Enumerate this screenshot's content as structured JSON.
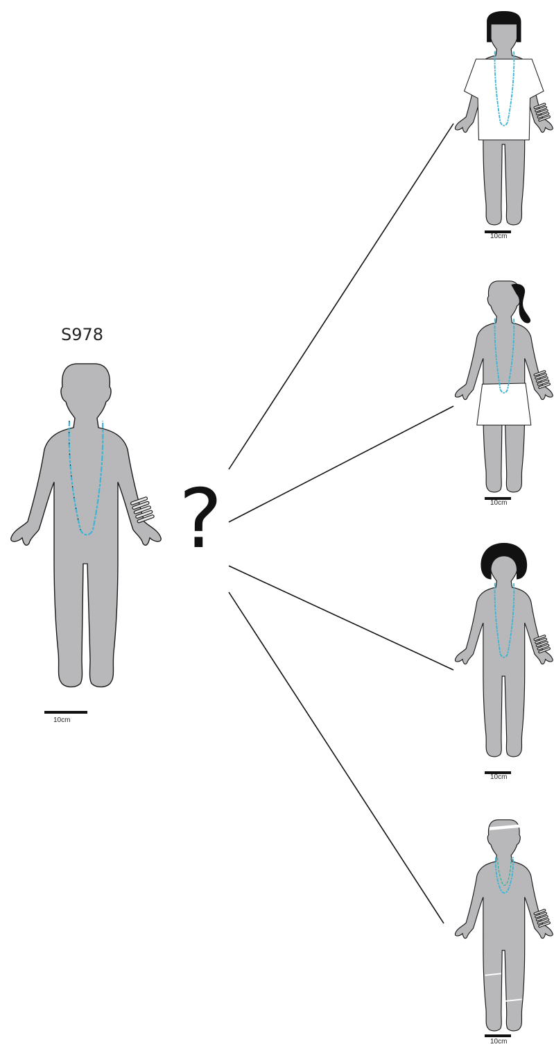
{
  "specimen_id": "S978",
  "question_mark": "?",
  "scale_label": "10cm",
  "colors": {
    "body": "#b8b8bb",
    "outline": "#1a1a1a",
    "hair": "#111111",
    "clothing": "#ffffff",
    "necklace": "#3ab5d6",
    "necklace_alt": "#2bb3a0",
    "bangle": "#333333"
  },
  "figures": [
    {
      "name": "figure-original",
      "hair": "none",
      "clothing": "none",
      "necklace": "long"
    },
    {
      "name": "figure-option-1",
      "hair": "straight-bob",
      "clothing": "tunic",
      "necklace": "long"
    },
    {
      "name": "figure-option-2",
      "hair": "ponytail",
      "clothing": "skirt",
      "necklace": "long"
    },
    {
      "name": "figure-option-3",
      "hair": "round-bob",
      "clothing": "none",
      "necklace": "long"
    },
    {
      "name": "figure-option-4",
      "hair": "headband",
      "clothing": "none",
      "necklace": "short",
      "leg_bands": true
    }
  ]
}
